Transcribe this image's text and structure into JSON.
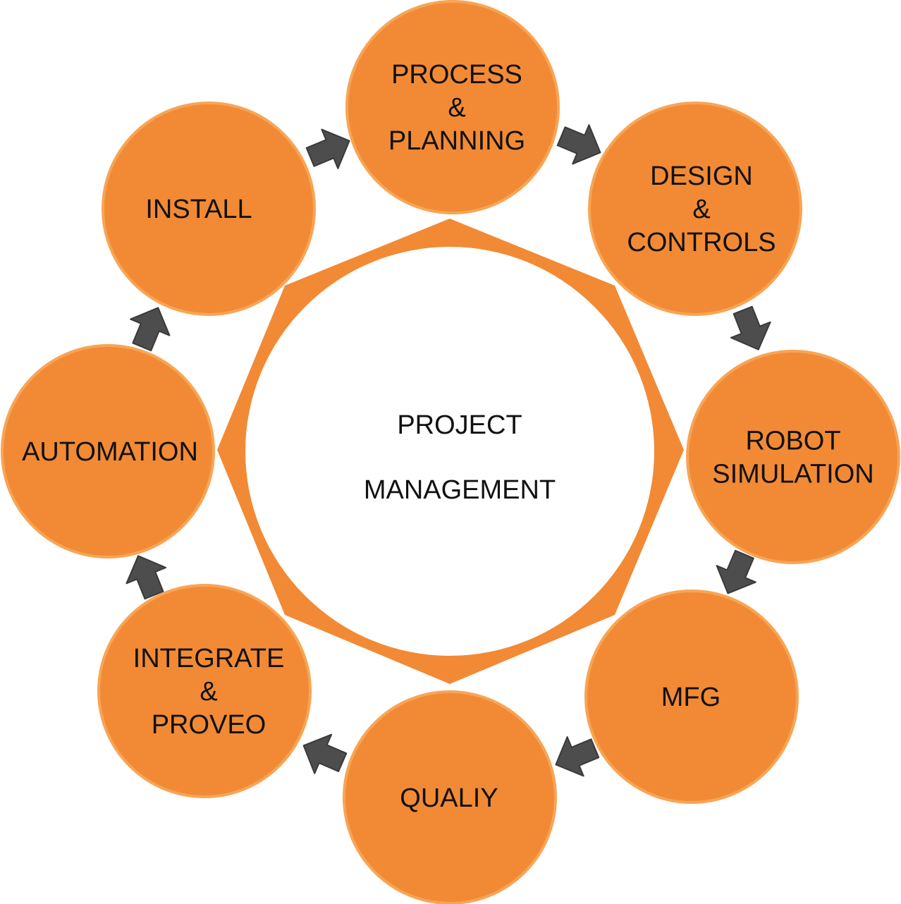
{
  "center": {
    "lines": [
      "PROJECT",
      "MANAGEMENT"
    ]
  },
  "nodes": [
    {
      "id": "process-planning",
      "lines": [
        "PROCESS",
        "&",
        "PLANNING"
      ]
    },
    {
      "id": "design-controls",
      "lines": [
        "DESIGN",
        "&",
        "CONTROLS"
      ]
    },
    {
      "id": "robot-simulation",
      "lines": [
        "ROBOT",
        "SIMULATION"
      ]
    },
    {
      "id": "mfg",
      "lines": [
        "MFG"
      ]
    },
    {
      "id": "qualiy",
      "lines": [
        "QUALIY"
      ]
    },
    {
      "id": "integrate-proveo",
      "lines": [
        "INTEGRATE",
        "&",
        "PROVEO"
      ]
    },
    {
      "id": "automation",
      "lines": [
        "AUTOMATION"
      ]
    },
    {
      "id": "install",
      "lines": [
        "INSTALL"
      ]
    }
  ],
  "colors": {
    "node_fill": "#F28A35",
    "node_stroke": "#F7A555",
    "octagon_fill": "#F28A35",
    "center_fill": "#FFFFFF",
    "arrow_fill": "#4D4D4D",
    "text": "#111111"
  }
}
